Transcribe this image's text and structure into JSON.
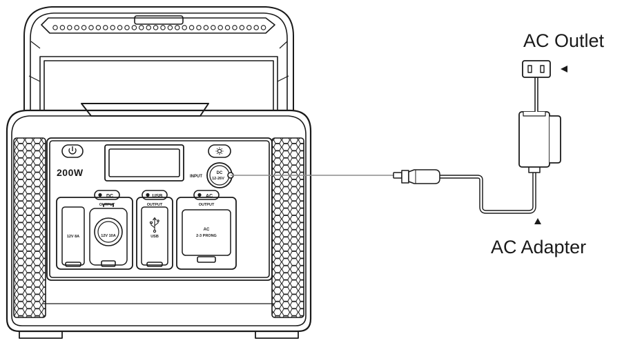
{
  "callouts": {
    "ac_outlet": "AC Outlet",
    "ac_adapter": "AC Adapter"
  },
  "station": {
    "wattage": "200W",
    "input_port": {
      "side_label": "INPUT",
      "line1": "DC",
      "line2": "12-26V"
    },
    "sections": {
      "dc": {
        "badge": "DC",
        "output": "OUTPUT"
      },
      "usb": {
        "badge": "USB",
        "output": "OUTPUT"
      },
      "ac": {
        "badge": "AC",
        "output": "OUTPUT"
      }
    },
    "ports": {
      "dc_left": "12V 8A",
      "dc_car": "12V 10A",
      "usb": "USB",
      "ac_line1": "AC",
      "ac_line2": "2-3 PRONG"
    }
  },
  "colors": {
    "line": "#1a1a1a",
    "cable": "#8c8c8c",
    "background": "#ffffff"
  }
}
